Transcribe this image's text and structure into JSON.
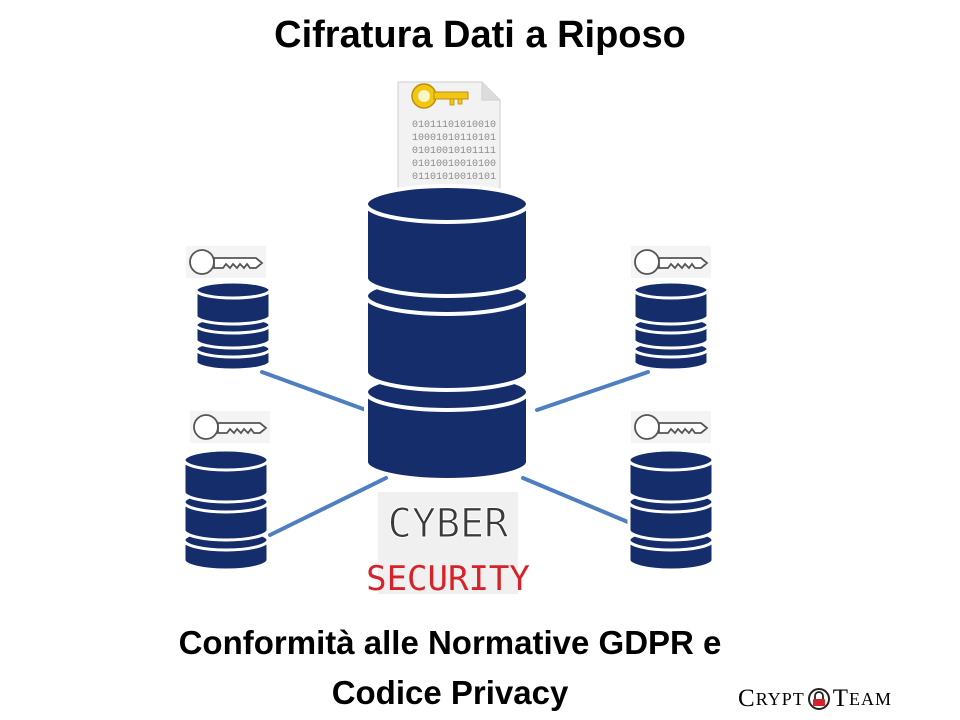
{
  "slide": {
    "title": "Cifratura Dati a Riposo",
    "subtitle_line1": "Conformità alle Normative GDPR e",
    "subtitle_line2": "Codice Privacy"
  },
  "document": {
    "binary_lines": [
      "01011101010010",
      "10001010110101",
      "01010010101111",
      "01010010010100",
      "01101010010101"
    ]
  },
  "badge": {
    "line1": "CYBER",
    "line2": "SECURITY"
  },
  "logo": {
    "parts": [
      "C",
      "RYPT",
      "T",
      "EAM"
    ]
  },
  "colors": {
    "database": "#152d6b",
    "connector": "#4f7fbf",
    "key_gold": "#f3c515",
    "security_red": "#d4242a"
  }
}
